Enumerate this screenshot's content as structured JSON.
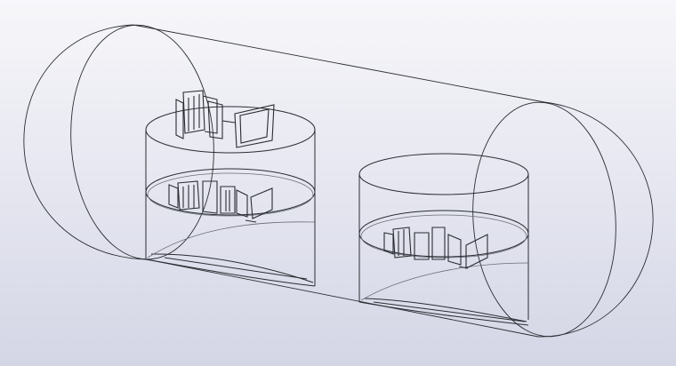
{
  "viewport": {
    "background_top": "#f7f7fa",
    "background_bottom": "#d4d6e6",
    "line_color": "#2b2d33",
    "edge_color": "#35373f",
    "hidden_edge_color": "#6a6d78"
  },
  "model": {
    "parts": [
      "outer-capsule-shell",
      "left-cylindrical-tank",
      "right-cylindrical-tank",
      "left-upper-deck",
      "left-middle-deck",
      "right-deck",
      "bracket-assemblies"
    ]
  }
}
